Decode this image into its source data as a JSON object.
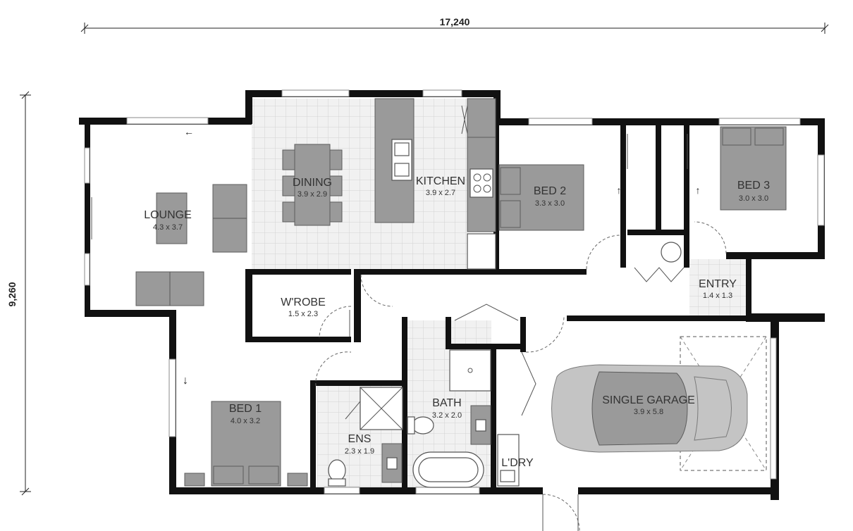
{
  "dimensions": {
    "width": "17,240",
    "height": "9,260"
  },
  "rooms": {
    "lounge": {
      "name": "LOUNGE",
      "size": "4.3 x 3.7"
    },
    "dining": {
      "name": "DINING",
      "size": "3.9 x 2.9"
    },
    "kitchen": {
      "name": "KITCHEN",
      "size": "3.9 x 2.7"
    },
    "bed2": {
      "name": "BED 2",
      "size": "3.3 x 3.0"
    },
    "bed3": {
      "name": "BED 3",
      "size": "3.0 x 3.0"
    },
    "entry": {
      "name": "ENTRY",
      "size": "1.4 x 1.3"
    },
    "wrobe": {
      "name": "W'ROBE",
      "size": "1.5 x 2.3"
    },
    "bed1": {
      "name": "BED 1",
      "size": "4.0 x 3.2"
    },
    "ens": {
      "name": "ENS",
      "size": "2.3 x 1.9"
    },
    "bath": {
      "name": "BATH",
      "size": "3.2 x 2.0"
    },
    "laundry": {
      "name": "L'DRY",
      "size": ""
    },
    "garage": {
      "name": "SINGLE GARAGE",
      "size": "3.9 x 5.8"
    }
  },
  "colors": {
    "wall": "#111111",
    "tile": "#eeeeee",
    "furniture": "#9a9a9a"
  }
}
